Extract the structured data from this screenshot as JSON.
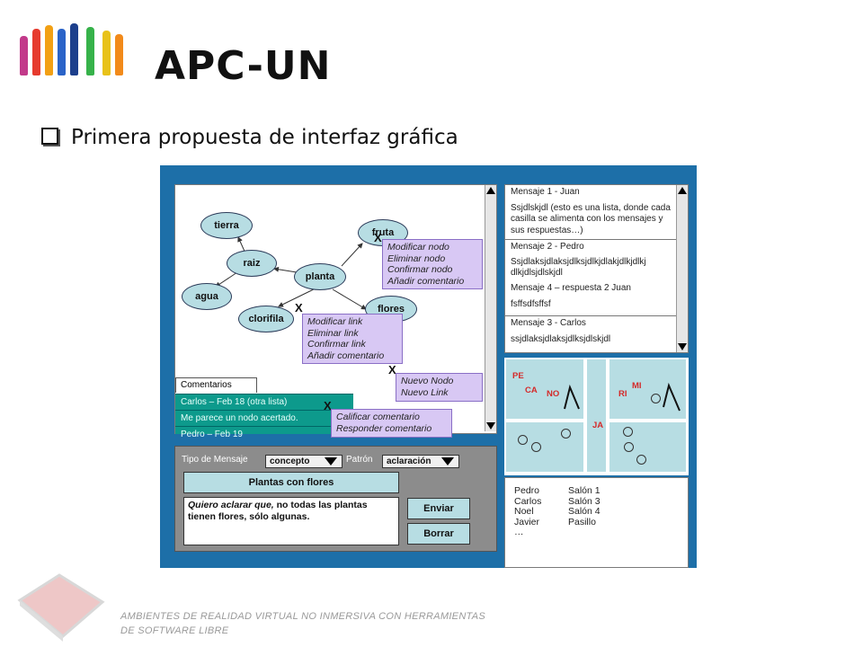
{
  "slide": {
    "title": "APC-UN",
    "bullet": "Primera propuesta de interfaz gráfica",
    "footer_line1": "AMBIENTES DE REALIDAD VIRTUAL NO INMERSIVA CON HERRAMIENTAS",
    "footer_line2": "DE SOFTWARE LIBRE",
    "colors": {
      "mock_bg": "#1d6fa8",
      "node_fill": "#b7dde3",
      "context_menu": "#d8c8f4",
      "comments_teal": "#0d9a8c",
      "room_labels": "#d42a2a"
    }
  },
  "graph": {
    "nodes": {
      "tierra": "tierra",
      "raiz": "raiz",
      "agua": "agua",
      "clorifila": "clorifila",
      "planta": "planta",
      "fruta": "fruta",
      "flores": "flores"
    },
    "x_mark": "X",
    "node_menu": [
      "Modificar nodo",
      "Eliminar nodo",
      "Confirmar nodo",
      "Añadir comentario"
    ],
    "link_menu": [
      "Modificar link",
      "Eliminar link",
      "Confirmar link",
      "Añadir comentario"
    ],
    "canvas_menu": [
      "Nuevo Nodo",
      "Nuevo Link"
    ],
    "comment_menu": [
      "Calificar comentario",
      "Responder comentario"
    ]
  },
  "comments": {
    "tab": "Comentarios",
    "rows": [
      "Carlos – Feb 18 (otra lista)",
      "Me parece un nodo acertado.",
      "Pedro – Feb 19"
    ]
  },
  "messages": [
    {
      "header": "Mensaje 1 - Juan",
      "body": "Ssjdlskjdl (esto es una lista, donde cada casilla se alimenta con los mensajes y sus respuestas…)"
    },
    {
      "header": "Mensaje 2 - Pedro",
      "body": "Ssjdlaksjdlaksjdlksjdlkjdlakjdlkjdlkj dlkjdlsjdlskjdl"
    },
    {
      "header": "Mensaje 4 – respuesta 2 Juan",
      "body": "fsffsdfsffsf"
    },
    {
      "header": "Mensaje 3 - Carlos",
      "body": "ssjdlaksjdlaksjdlksjdlskjdl"
    }
  ],
  "map": {
    "labels": [
      "PE",
      "CA",
      "NO",
      "MI",
      "RI",
      "JA"
    ]
  },
  "composer": {
    "type_label": "Tipo de Mensaje",
    "type_value": "concepto",
    "pattern_label": "Patrón",
    "pattern_value": "aclaración",
    "subject": "Plantas con flores",
    "body_bold": "Quiero aclarar que,",
    "body_rest": " no todas las plantas tienen flores, sólo algunas.",
    "send": "Enviar",
    "clear": "Borrar"
  },
  "users": [
    {
      "name": "Pedro",
      "room": "Salón 1"
    },
    {
      "name": "Carlos",
      "room": "Salón 3"
    },
    {
      "name": "Noel",
      "room": "Salón 4"
    },
    {
      "name": "Javier",
      "room": "Pasillo"
    },
    {
      "name": "…",
      "room": ""
    }
  ]
}
